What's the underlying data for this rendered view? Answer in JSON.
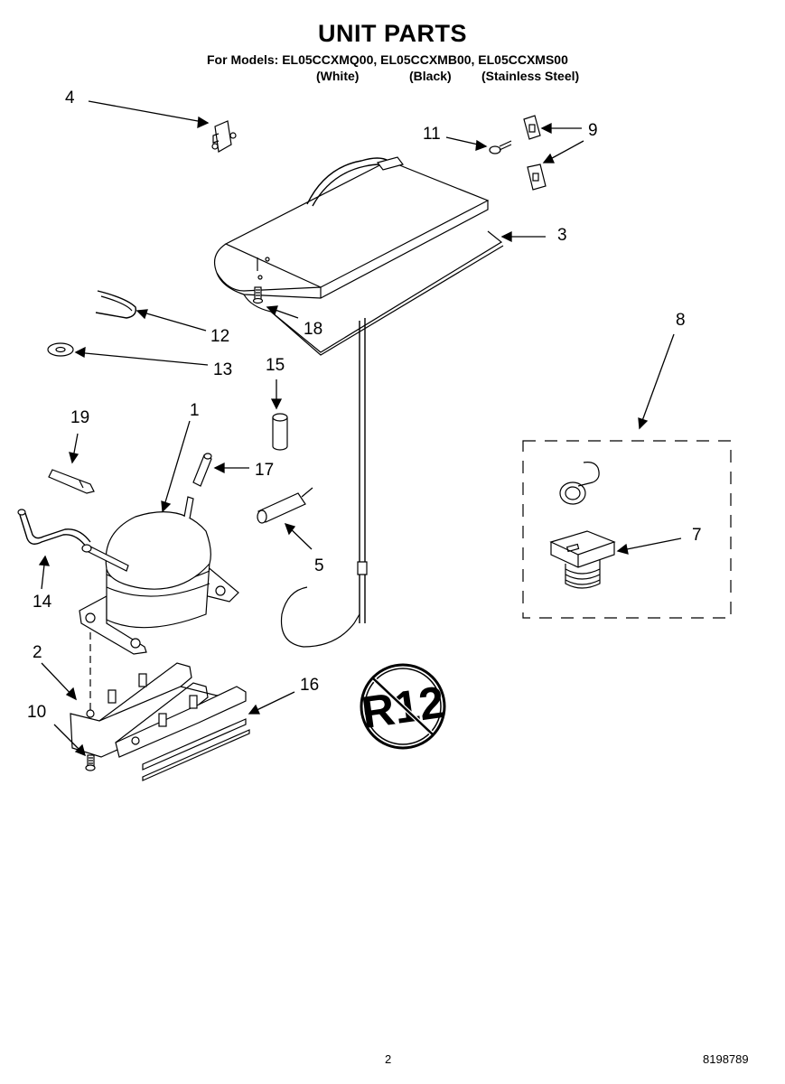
{
  "header": {
    "title": "UNIT PARTS",
    "models_line": "For Models: EL05CCXMQ00, EL05CCXMB00, EL05CCXMS00",
    "color_white": "(White)",
    "color_black": "(Black)",
    "color_stainless": "(Stainless Steel)"
  },
  "callouts": {
    "c1": "1",
    "c2": "2",
    "c3": "3",
    "c4": "4",
    "c5": "5",
    "c7": "7",
    "c8": "8",
    "c9": "9",
    "c10": "10",
    "c11": "11",
    "c12": "12",
    "c13": "13",
    "c14": "14",
    "c15": "15",
    "c16": "16",
    "c17": "17",
    "c18": "18",
    "c19": "19"
  },
  "badge": {
    "text": "R12"
  },
  "footer": {
    "page_number": "2",
    "document_number": "8198789"
  }
}
